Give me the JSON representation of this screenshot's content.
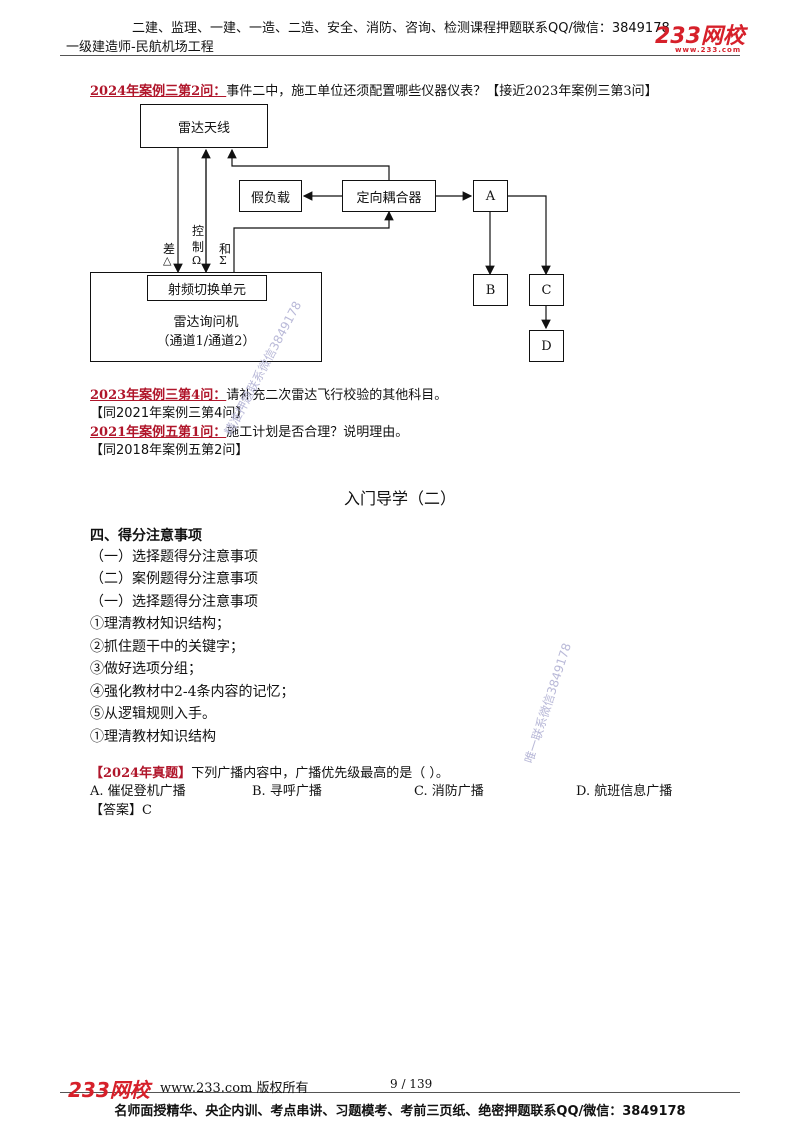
{
  "header": {
    "top_line": "二建、监理、一建、一造、二造、安全、消防、咨询、检测课程押题联系QQ/微信：3849178",
    "sub_line": "一级建造师-民航机场工程",
    "logo": "233网校",
    "logo_sub": "www.233.com"
  },
  "q1": {
    "tag": "2024年案例三第2问：",
    "text": "事件二中，施工单位还须配置哪些仪器仪表？【接近2023年案例三第3问】"
  },
  "diagram": {
    "radar_antenna": "雷达天线",
    "dummy_load": "假负载",
    "coupler": "定向耦合器",
    "a": "A",
    "b": "B",
    "c": "C",
    "d": "D",
    "rf_switch": "射频切换单元",
    "interrogator": "雷达询问机",
    "channels": "（通道1/通道2）",
    "label_diff": "差",
    "label_diff_sym": "△",
    "label_ctrl_1": "控",
    "label_ctrl_2": "制",
    "label_ctrl_sym": "Ω",
    "label_sum": "和",
    "label_sum_sym": "Σ"
  },
  "q2": {
    "tag": "2023年案例三第4问：",
    "text": "请补充二次雷达飞行校验的其他科目。",
    "note": "【同2021年案例三第4问】"
  },
  "q3": {
    "tag": "2021年案例五第1问：",
    "text": "施工计划是否合理？说明理由。",
    "note": "【同2018年案例五第2问】"
  },
  "section_title": "入门导学（二）",
  "section": {
    "heading": "四、得分注意事项",
    "items": [
      "（一）选择题得分注意事项",
      "（二）案例题得分注意事项",
      "（一）选择题得分注意事项",
      "①理清教材知识结构；",
      "②抓住题干中的关键字；",
      "③做好选项分组；",
      "④强化教材中2-4条内容的记忆；",
      "⑤从逻辑规则入手。",
      "①理清教材知识结构"
    ]
  },
  "exam": {
    "tag": "【2024年真题】",
    "text": "下列广播内容中，广播优先级最高的是（     ）。",
    "options": [
      "A. 催促登机广播",
      "B. 寻呼广播",
      "C. 消防广播",
      "D. 航班信息广播"
    ],
    "answer": "【答案】C"
  },
  "watermarks": [
    "精准押题联系微信3849178",
    "唯一联系微信3849178"
  ],
  "footer": {
    "logo": "233网校",
    "copyright": "www.233.com 版权所有",
    "page": "9 / 139",
    "bottom": "名师面授精华、央企内训、考点串讲、习题模考、考前三页纸、绝密押题联系QQ/微信：3849178"
  }
}
